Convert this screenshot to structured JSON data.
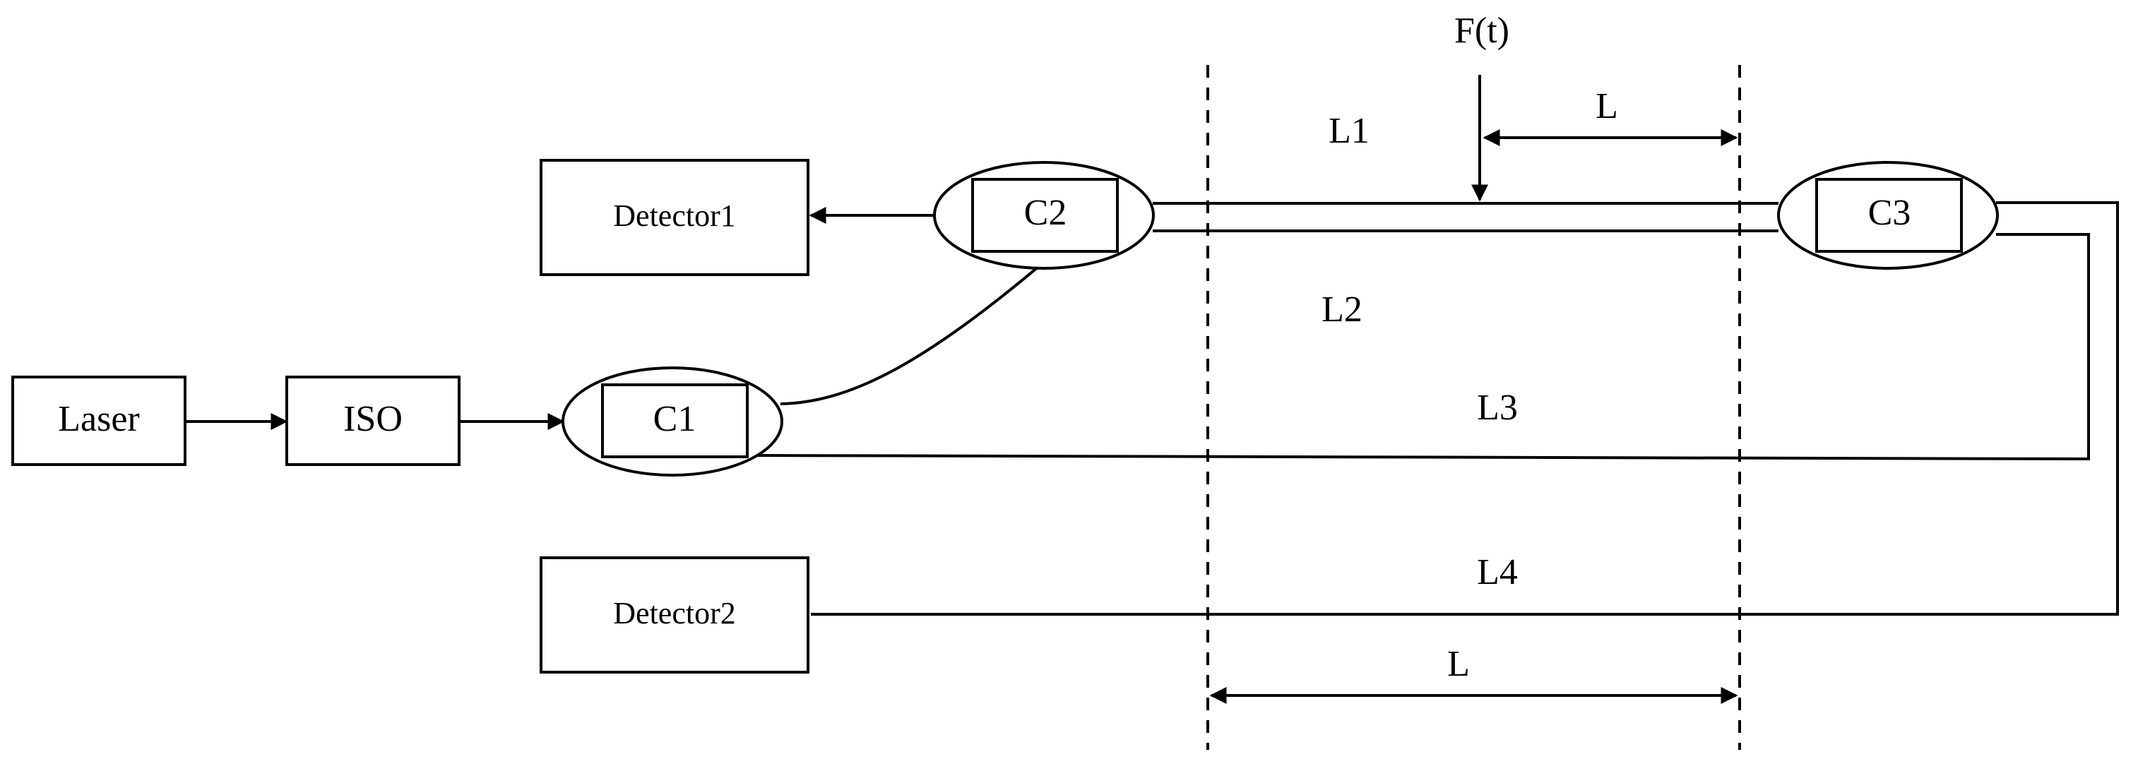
{
  "blocks": {
    "laser": "Laser",
    "iso": "ISO",
    "c1": "C1",
    "c2": "C2",
    "c3": "C3",
    "detector1": "Detector1",
    "detector2": "Detector2"
  },
  "labels": {
    "force": "F(t)",
    "l_top": "L",
    "l_bottom": "L",
    "l1": "L1",
    "l2": "L2",
    "l3": "L3",
    "l4": "L4"
  }
}
